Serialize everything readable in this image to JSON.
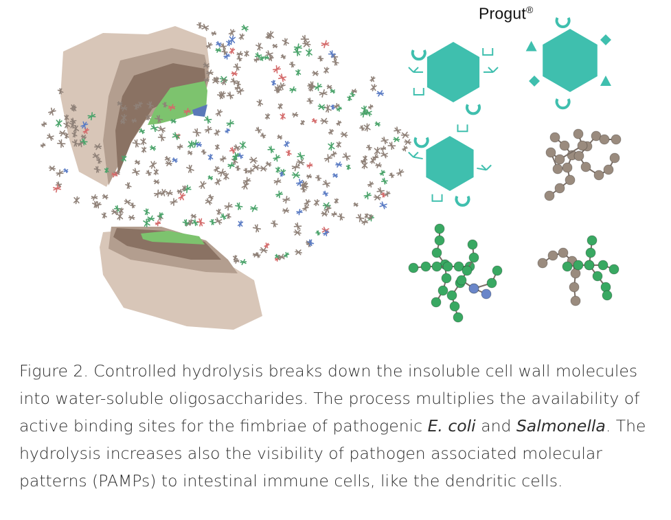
{
  "brand": {
    "name": "Progut",
    "mark": "®"
  },
  "caption": {
    "lead": "Figure 2. Controlled hydrolysis breaks down the insoluble cell wall molecules into water-soluble oligosaccharides. The process multiplies the availability of active binding sites for the fimbriae of pathogenic ",
    "genus1": "E. coli",
    "mid": " and ",
    "genus2": "Salmonella",
    "tail": ". The hydrolysis increases also the visibility of pathogen associated molecular patterns (PAMPs) to intestinal immune cells, like the dendritic cells."
  },
  "icons": {
    "cell_wall": "cell-wall-fragment-icon",
    "oligo": "oligosaccharide-fragment-icon",
    "hexagon": "binding-site-hexagon-icon",
    "bead_chain": "bead-chain-molecule-icon"
  },
  "colors": {
    "teal": "#3fbfae",
    "bead_brown": "#9a8b7e",
    "bead_green": "#39a862",
    "bead_blue": "#6a86c9",
    "wall_light": "#d8c6b8",
    "wall_dark": "#8a7263",
    "wall_green": "#7dc36e"
  }
}
